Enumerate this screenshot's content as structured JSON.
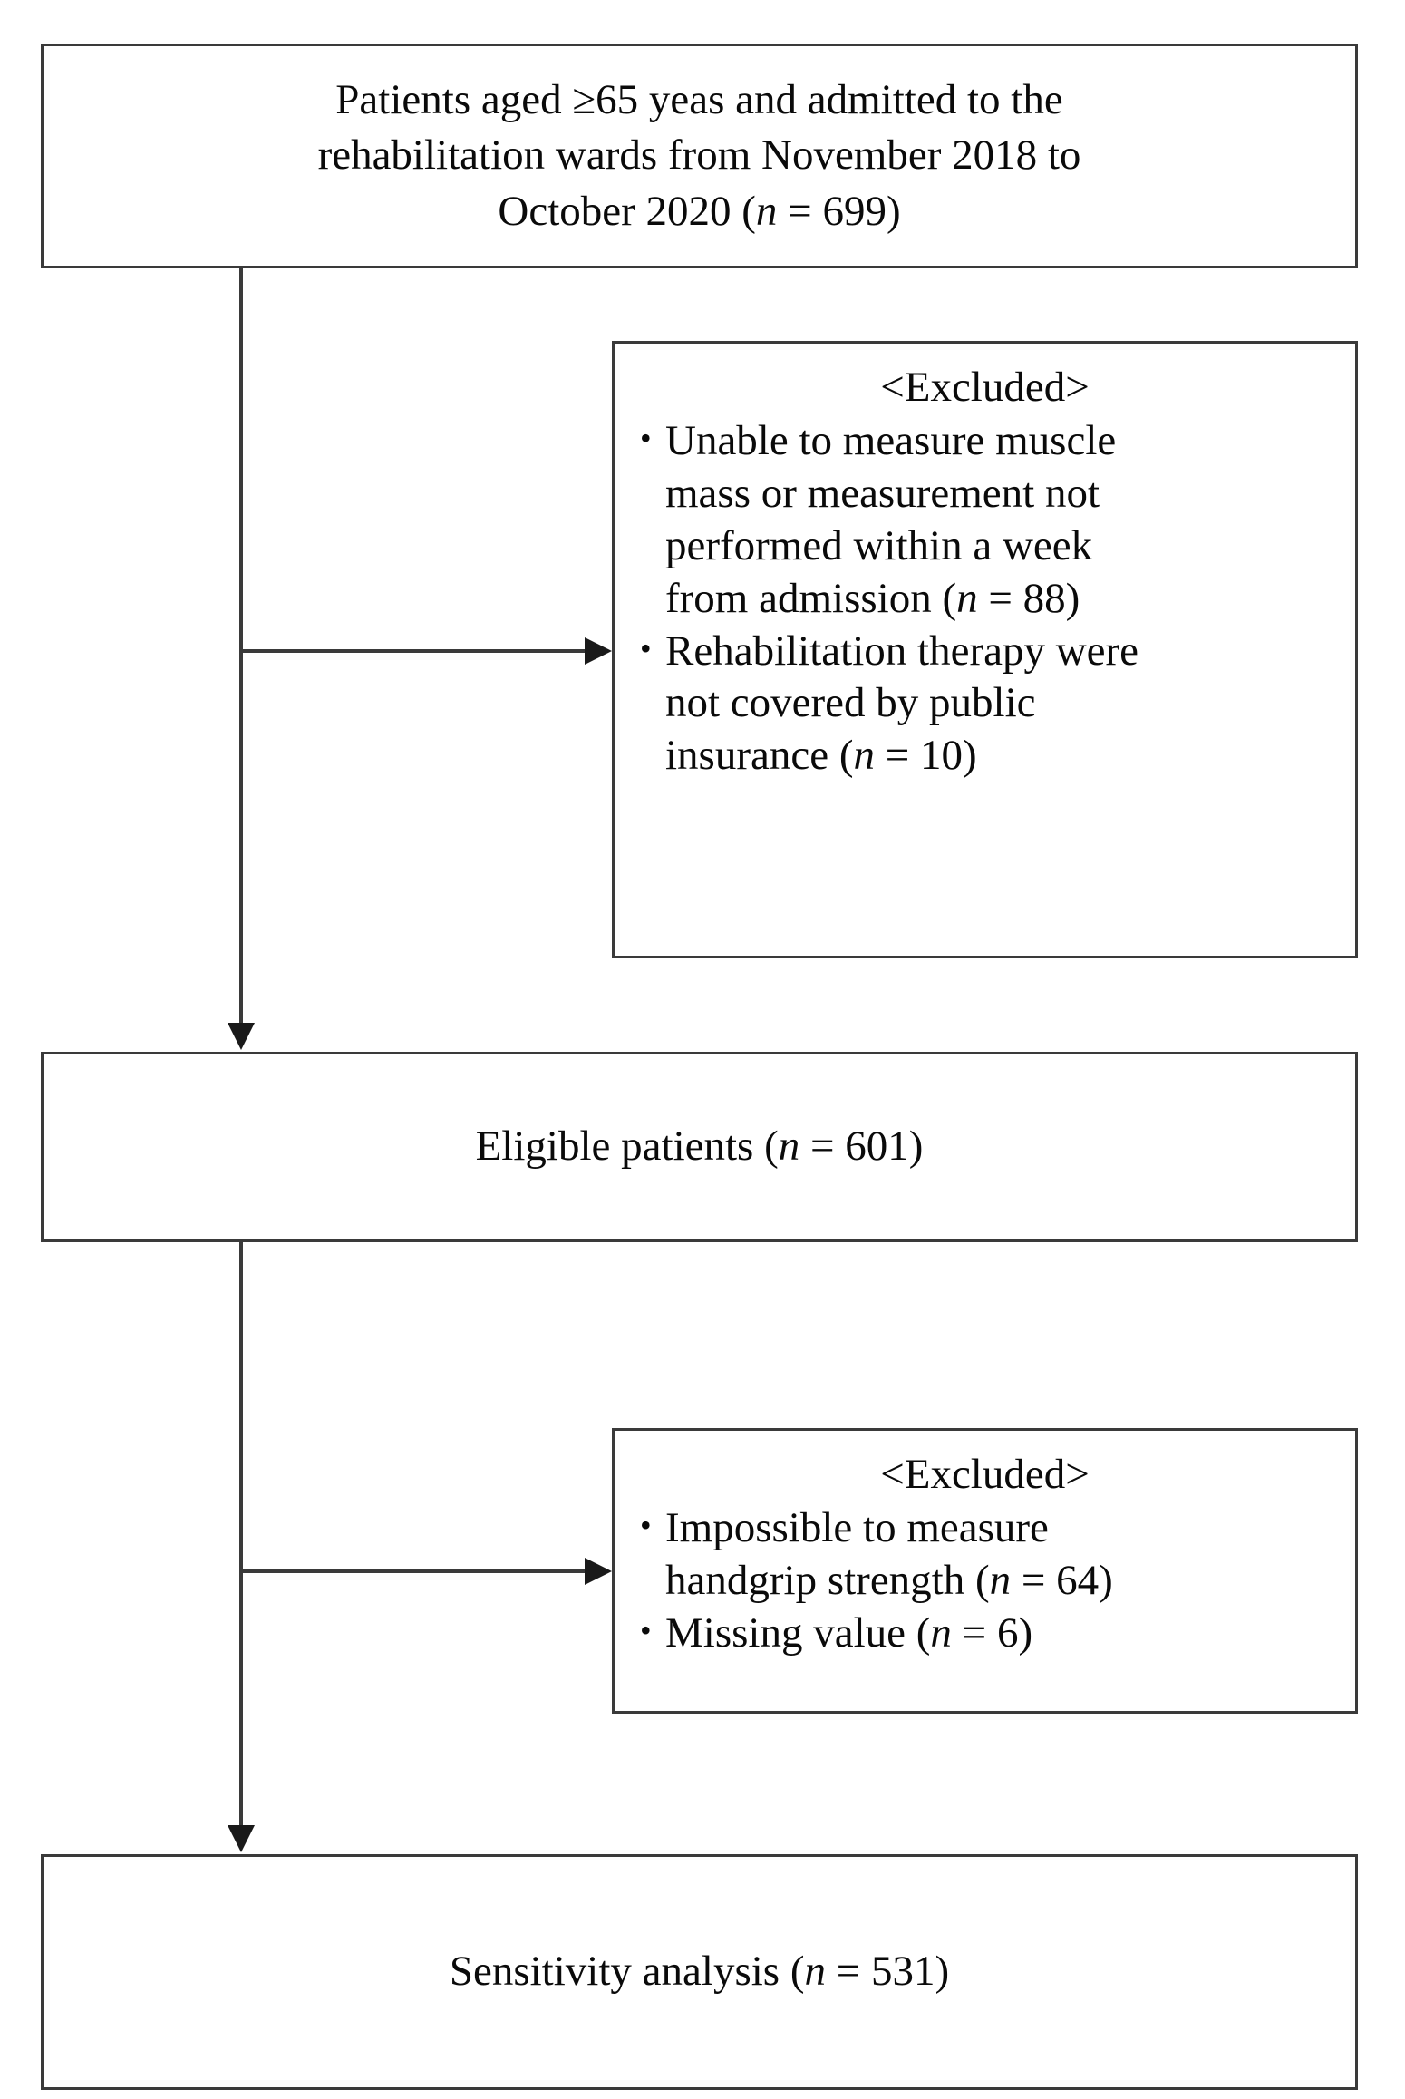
{
  "figure": {
    "type": "flowchart",
    "orientation": "vertical",
    "line_color": "#3a3a3a",
    "arrow_color": "#1a1a1a",
    "background": "#ffffff"
  },
  "nodes": {
    "source": {
      "name": "source-population-box",
      "lines": [
        "Patients aged ≥65 yeas and admitted to the",
        "rehabilitation wards from November 2018 to",
        "October 2020 ("
      ],
      "count_prefix": "n",
      "count_sep": " = ",
      "count_value": "699)",
      "full_text": "Patients aged ≥65 yeas and admitted to the rehabilitation wards from November 2018 to October 2020 (n = 699)"
    },
    "eligible": {
      "name": "eligible-patients-box",
      "label": "Eligible  patients (",
      "count_prefix": "n",
      "count_sep": " = ",
      "count_value": "601)",
      "full_text": "Eligible patients (n = 601)"
    },
    "outcome": {
      "name": "sensitivity-analysis-box",
      "label": "Sensitivity  analysis (",
      "count_prefix": "n",
      "count_sep": " = ",
      "count_value": "531)",
      "full_text": "Sensitivity analysis (n = 531)"
    }
  },
  "excluded_1": {
    "name": "excluded-box-1",
    "title": "<Excluded>",
    "items": [
      {
        "text_before": "Unable to measure muscle mass or measurement not performed within a week from admission  (",
        "count_prefix": "n",
        "count_sep": " = ",
        "count_value": "88)",
        "lines": [
          "Unable to measure muscle",
          "mass or measurement not",
          "performed within a week",
          "from admission  ("
        ],
        "full_text": "Unable to measure muscle mass or measurement not performed within a week from admission (n = 88)"
      },
      {
        "text_before": "Rehabilitation therapy were not covered by public insurance (",
        "count_prefix": "n",
        "count_sep": " = ",
        "count_value": "10)",
        "lines": [
          "Rehabilitation therapy were",
          "not covered by public",
          "insurance ("
        ],
        "full_text": "Rehabilitation therapy were not covered by public insurance (n = 10)"
      }
    ]
  },
  "excluded_2": {
    "name": "excluded-box-2",
    "title": "<Excluded>",
    "items": [
      {
        "text_before": "Impossible  to measure handgrip  strength (",
        "count_prefix": "n",
        "count_sep": " = ",
        "count_value": "64)",
        "lines": [
          "Impossible  to measure",
          "handgrip  strength ("
        ],
        "full_text": "Impossible to measure handgrip strength (n = 64)"
      },
      {
        "text_before": "Missing value (",
        "count_prefix": "n",
        "count_sep": " = ",
        "count_value": "6)",
        "lines": [
          "Missing value ("
        ],
        "full_text": "Missing value (n = 6)"
      }
    ]
  },
  "connectors": [
    {
      "name": "connector-source-to-eligible",
      "kind": "vertical-arrow",
      "from": "source",
      "to": "eligible"
    },
    {
      "name": "connector-source-to-excluded-1",
      "kind": "horizontal-arrow",
      "from": "source",
      "to": "excluded_1"
    },
    {
      "name": "connector-eligible-to-outcome",
      "kind": "vertical-arrow",
      "from": "eligible",
      "to": "outcome"
    },
    {
      "name": "connector-eligible-to-excluded-2",
      "kind": "horizontal-arrow",
      "from": "eligible",
      "to": "excluded_2"
    }
  ]
}
